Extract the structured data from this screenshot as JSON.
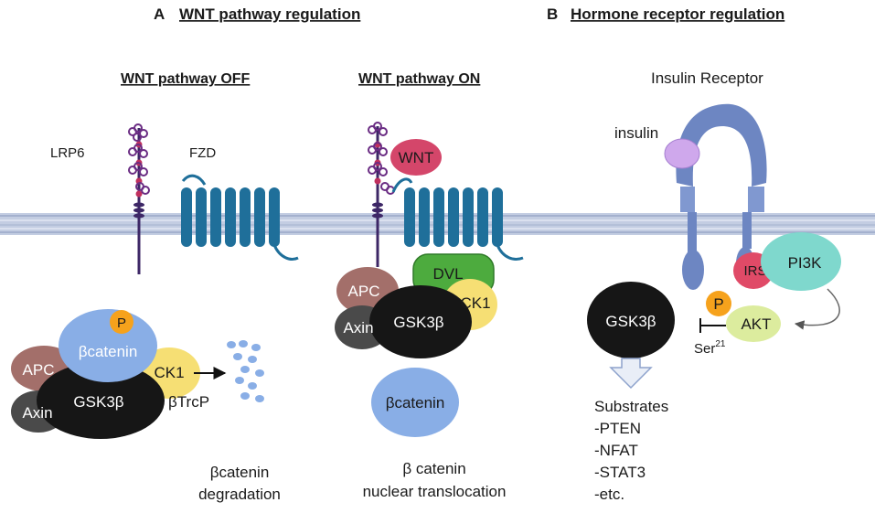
{
  "panel_a": {
    "letter": "A",
    "title": "WNT pathway regulation",
    "off": {
      "heading": "WNT pathway OFF",
      "lrp6": "LRP6",
      "fzd": "FZD",
      "phospho": "P",
      "bcatenin": "βcatenin",
      "apc": "APC",
      "ck1": "CK1",
      "axin": "Axin",
      "gsk3b": "GSK3β",
      "btrcp": "βTrcP",
      "degradation_line1": "βcatenin",
      "degradation_line2": "degradation"
    },
    "on": {
      "heading": "WNT pathway ON",
      "wnt": "WNT",
      "dvl": "DVL",
      "apc": "APC",
      "ck1": "CK1",
      "axin": "Axin",
      "gsk3b": "GSK3β",
      "bcatenin": "βcatenin",
      "translocation_line1": "β catenin",
      "translocation_line2": "nuclear translocation"
    }
  },
  "panel_b": {
    "letter": "B",
    "title": "Hormone receptor regulation",
    "receptor": "Insulin Receptor",
    "insulin": "insulin",
    "irs": "IRS",
    "pi3k": "PI3K",
    "phospho": "P",
    "akt": "AKT",
    "ser": "Ser",
    "ser_sup": "21",
    "gsk3b": "GSK3β",
    "substrates": [
      "Substrates",
      "-PTEN",
      "-NFAT",
      "-STAT3",
      "-etc."
    ]
  },
  "colors": {
    "membrane": "#b9c4dc",
    "receptor_blue": "#1f6f9a",
    "lrp6_purple": "#3d2766",
    "bead": "#c0305e",
    "apc": "#a36f6a",
    "axin": "#4a4a4a",
    "gsk3b": "#161616",
    "ck1": "#f6df74",
    "bcatenin": "#89aee6",
    "phospho": "#f6a21c",
    "wnt": "#d4466a",
    "dvl": "#4dab3e",
    "insulin_receptor": "#6d86c2",
    "insulin": "#cfa8ec",
    "irs": "#e04a67",
    "pi3k": "#7fd8cd",
    "akt": "#dcec9e"
  }
}
